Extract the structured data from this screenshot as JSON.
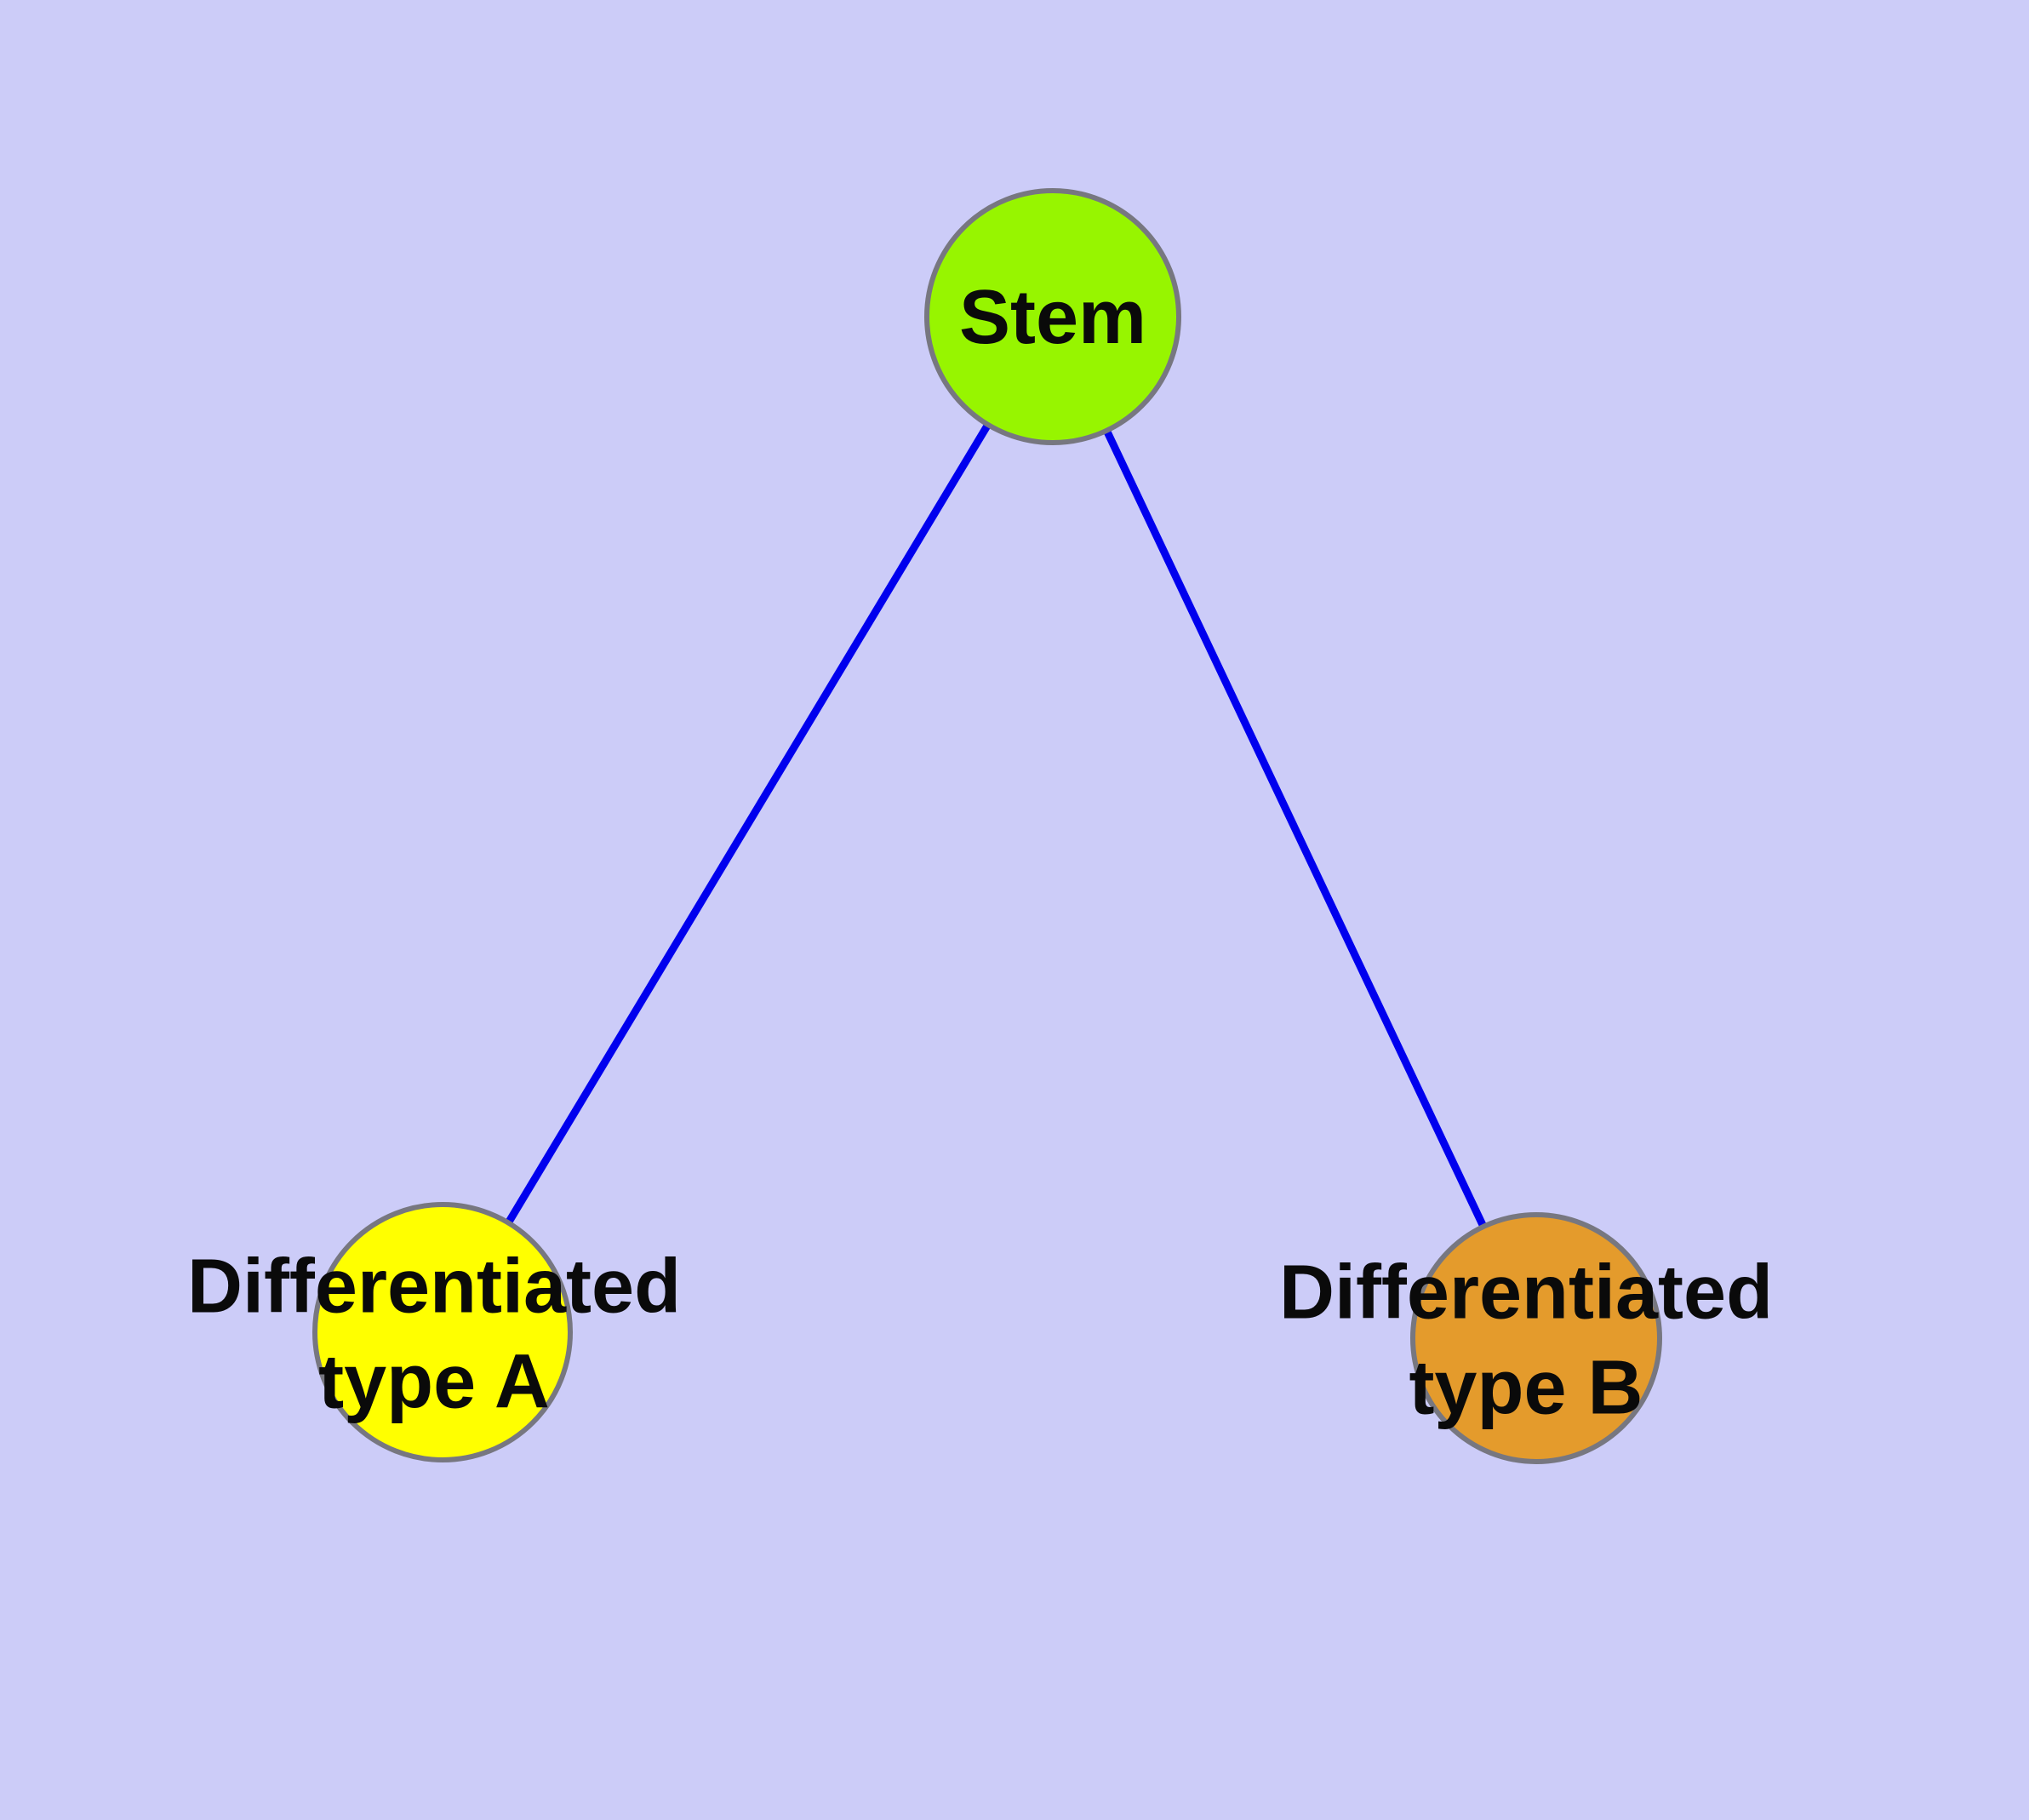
{
  "diagram": {
    "background_color": "#ccccf8",
    "edge_color": "#0000ee",
    "node_border_color": "#777780",
    "nodes": {
      "stem": {
        "label": "Stem",
        "fill": "#97f500"
      },
      "type_a": {
        "label": "Differentiated\ntype A",
        "fill": "#ffff00"
      },
      "type_b": {
        "label": "Differentiated\ntype B",
        "fill": "#e49b2c"
      }
    },
    "edges": [
      {
        "from": "Stem",
        "to": "Differentiated type A"
      },
      {
        "from": "Stem",
        "to": "Differentiated type B"
      }
    ]
  }
}
